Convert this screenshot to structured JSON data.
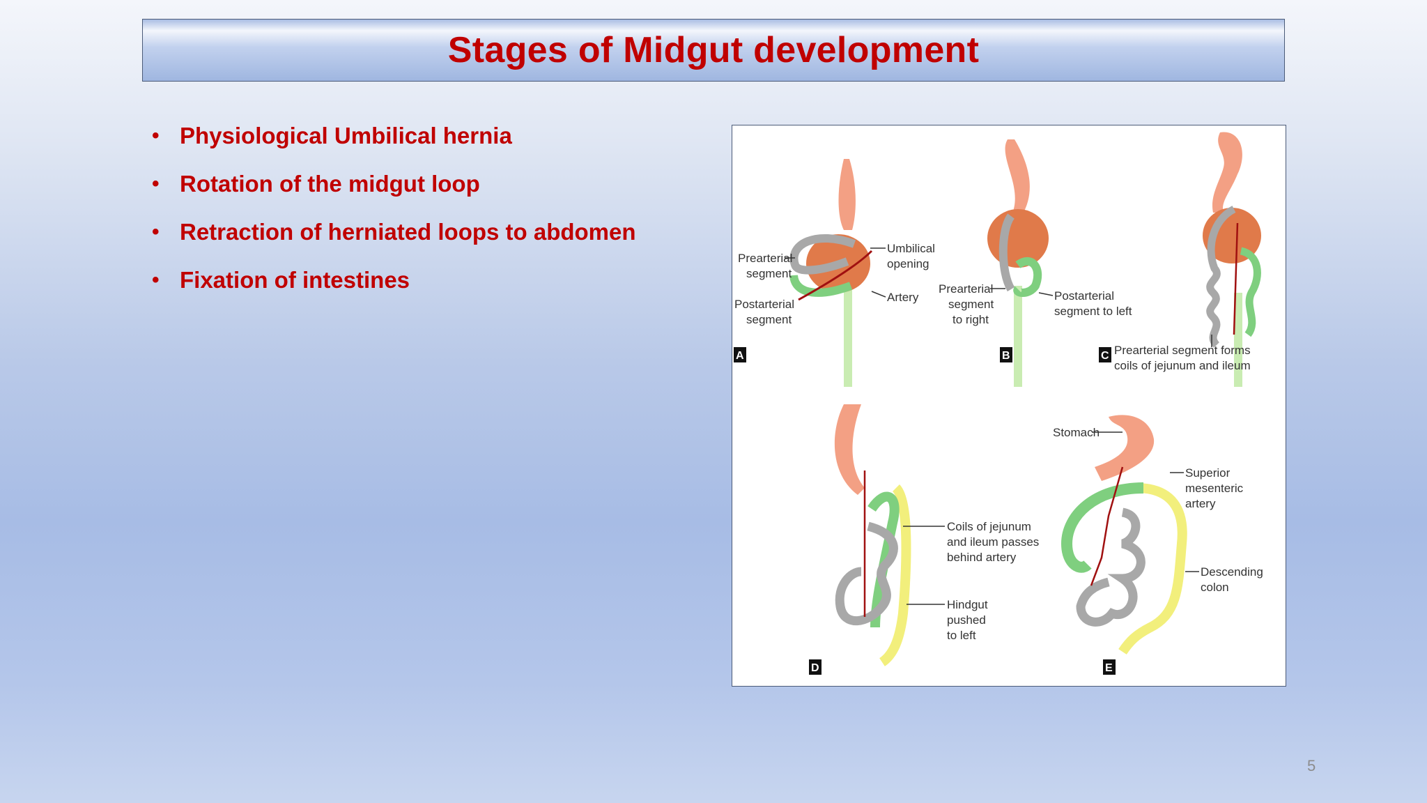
{
  "title": "Stages of Midgut development",
  "bullets": [
    "Physiological Umbilical hernia",
    "Rotation of the midgut loop",
    "Retraction of herniated loops to abdomen",
    "Fixation of intestines"
  ],
  "figure": {
    "panel_letters": [
      "A",
      "B",
      "C",
      "D",
      "E"
    ],
    "labels": {
      "prearterial_segment": [
        "Prearterial",
        "segment"
      ],
      "postarterial_segment": [
        "Postarterial",
        "segment"
      ],
      "umbilical_opening": [
        "Umbilical",
        "opening"
      ],
      "artery": "Artery",
      "prearterial_to_right": [
        "Prearterial",
        "segment",
        "to right"
      ],
      "postarterial_to_left": [
        "Postarterial",
        "segment to left"
      ],
      "prearterial_forms_coils": [
        "Prearterial segment forms",
        "coils of jejunum and ileum"
      ],
      "stomach": "Stomach",
      "coils_behind_artery": [
        "Coils of jejunum",
        "and ileum passes",
        "behind artery"
      ],
      "hindgut_pushed": [
        "Hindgut",
        "pushed",
        "to left"
      ],
      "sma": [
        "Superior",
        "mesenteric",
        "artery"
      ],
      "descending_colon": [
        "Descending",
        "colon"
      ]
    },
    "colors": {
      "stomach": "#f3a084",
      "umbilicus": "#e07a4a",
      "prearterial": "#a8a8a8",
      "postarterial": "#7fcf7f",
      "hindgut": "#f2ef7c",
      "artery": "#a01010"
    }
  },
  "page_number": "5"
}
